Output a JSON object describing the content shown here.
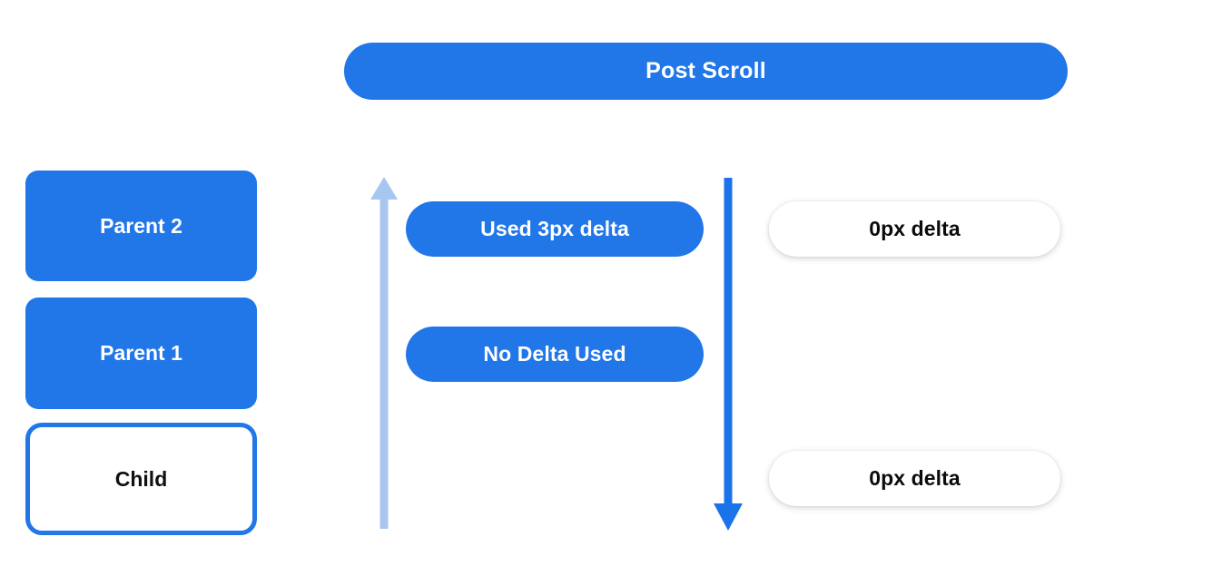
{
  "colors": {
    "brand_blue": "#2176e8",
    "arrow_light_blue": "#a8c7f0",
    "arrow_solid_blue": "#1a73e8",
    "canvas_background": "#ffffff",
    "dark_text": "#101010",
    "light_text": "#ffffff"
  },
  "header": {
    "title": "Post Scroll"
  },
  "left_column": {
    "nodes": [
      {
        "label": "Parent 2",
        "style": "filled"
      },
      {
        "label": "Parent 1",
        "style": "filled"
      },
      {
        "label": "Child",
        "style": "outlined"
      }
    ]
  },
  "arrows": {
    "up": {
      "name": "scroll-up-arrow",
      "direction": "up",
      "color": "#a8c7f0"
    },
    "down": {
      "name": "scroll-down-arrow",
      "direction": "down",
      "color": "#1a73e8"
    }
  },
  "middle_column": {
    "pills": [
      {
        "label": "Used 3px delta"
      },
      {
        "label": "No Delta Used"
      }
    ]
  },
  "right_column": {
    "pills": [
      {
        "label": "0px delta"
      },
      {
        "label": "0px delta"
      }
    ]
  }
}
